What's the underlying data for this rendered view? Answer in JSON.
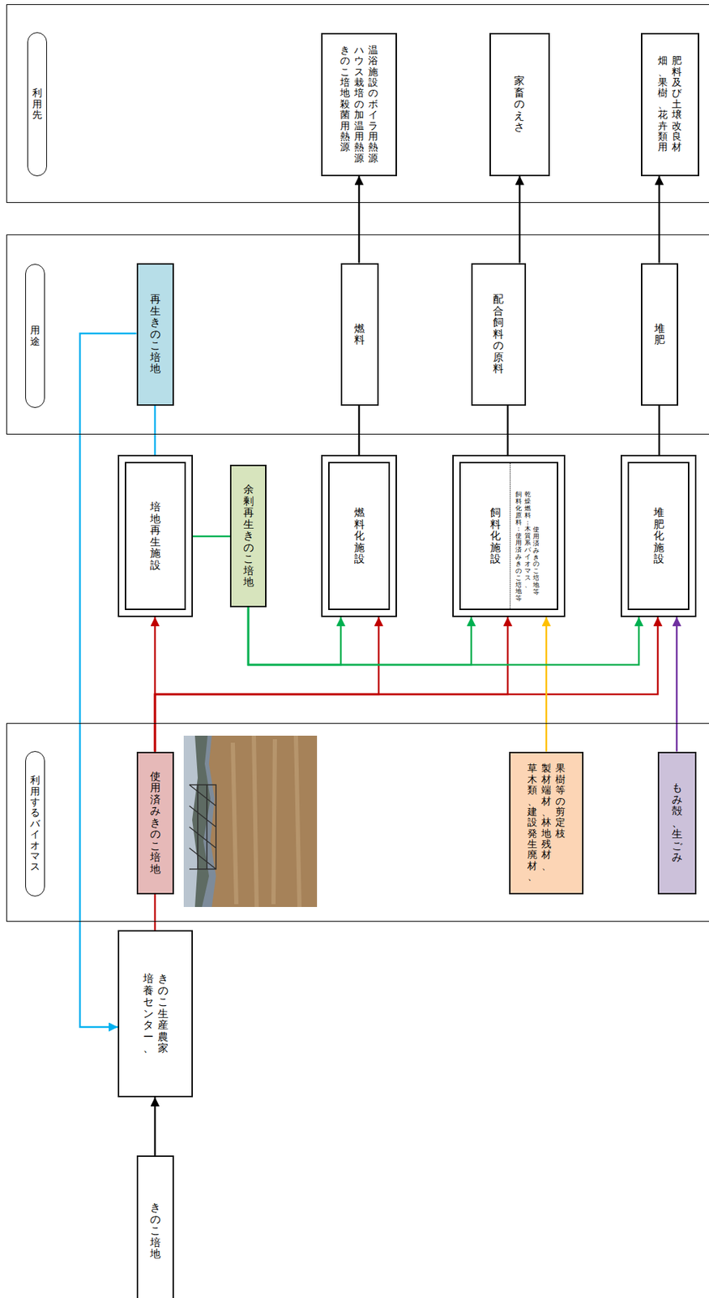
{
  "diagram": {
    "nodes": [
      {
        "text": [
          "利用先"
        ]
      },
      {
        "text": [
          "きのこ培地殺菌用熱源 ハウス栽培の加温用熱源 温浴施設のボイラ用熱源"
        ],
        "in": 0
      },
      {
        "text": [
          "家畜のえさ"
        ],
        "in": 0
      },
      {
        "text": [
          "畑、果樹、花卉類用 肥料及び土壌改良材"
        ],
        "in": 0
      },
      {
        "text": [
          "用途"
        ]
      },
      {
        "text": [
          "再生きのこ培地"
        ],
        "in": 4
      },
      {
        "text": [
          "燃料"
        ],
        "in": 4
      },
      {
        "text": [
          "配合飼料の原料"
        ],
        "in": 4
      },
      {
        "text": [
          "堆肥"
        ],
        "in": 4
      },
      {
        "text": [
          "培地再生施設"
        ]
      },
      {
        "text": [
          "余剰再生きのこ培地"
        ]
      },
      {
        "text": [
          "燃料化施設"
        ]
      },
      {
        "text": [
          "飼料化施設",
          "飼料化原料：使用済みきのこ培地等",
          "乾燥燃料：木質系バイオマス、 使用済みきのこ培地等"
        ]
      },
      {
        "text": [
          "堆肥化施設"
        ]
      },
      {
        "text": [
          "利用するバイオマス"
        ]
      },
      {
        "text": [
          "使用済みきのこ培地"
        ],
        "in": 14
      },
      {
        "text": [
          "草木類、建設発生廃材、 製材端材、林地残材、 果樹等の剪定枝"
        ],
        "in": 14
      },
      {
        "text": [
          "もみ殻、生ごみ"
        ],
        "in": 14
      },
      {
        "text": [
          "培養センター、 きのこ生産農家"
        ]
      },
      {
        "text": [
          "きのこ培地"
        ]
      }
    ],
    "edges": [
      {
        "from": 19,
        "to": 18,
        "arrow": "to"
      },
      {
        "from": 18,
        "to": 15,
        "arrow": "none"
      },
      {
        "from": 15,
        "to": 9,
        "arrow": "to"
      },
      {
        "from": 15,
        "to": 11,
        "arrow": "to"
      },
      {
        "from": 15,
        "to": 12,
        "arrow": "to"
      },
      {
        "from": 15,
        "to": 13,
        "arrow": "to"
      },
      {
        "from": 16,
        "to": 12,
        "arrow": "to"
      },
      {
        "from": 17,
        "to": 13,
        "arrow": "to"
      },
      {
        "from": 10,
        "to": 11,
        "arrow": "to"
      },
      {
        "from": 10,
        "to": 12,
        "arrow": "to"
      },
      {
        "from": 10,
        "to": 13,
        "arrow": "to"
      },
      {
        "from": 9,
        "to": 10,
        "arrow": "none"
      },
      {
        "from": 9,
        "to": 5,
        "arrow": "none"
      },
      {
        "from": 5,
        "to": 18,
        "arrow": "to"
      },
      {
        "from": 11,
        "to": 6,
        "arrow": "none"
      },
      {
        "from": 6,
        "to": 1,
        "arrow": "to"
      },
      {
        "from": 12,
        "to": 7,
        "arrow": "none"
      },
      {
        "from": 7,
        "to": 2,
        "arrow": "to"
      },
      {
        "from": 13,
        "to": 8,
        "arrow": "none"
      },
      {
        "from": 8,
        "to": 3,
        "arrow": "to"
      }
    ]
  }
}
